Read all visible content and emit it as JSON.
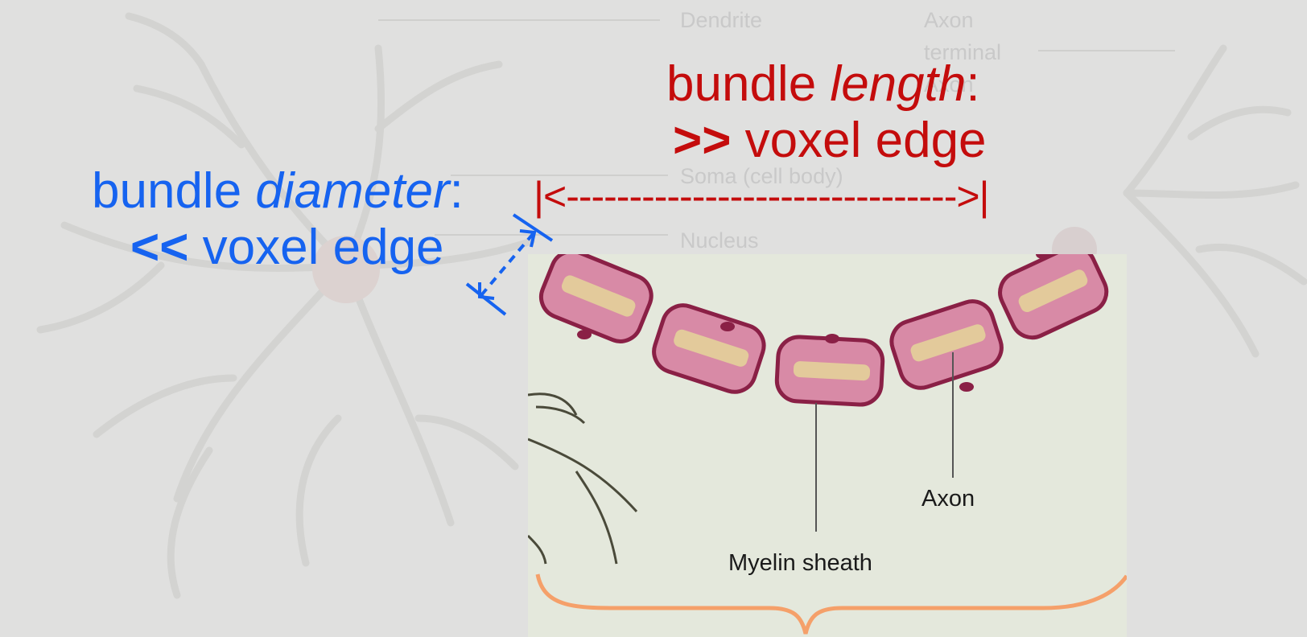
{
  "background_neuron_labels": {
    "dendrite": "Dendrite",
    "axon_terminal_line1": "Axon",
    "axon_terminal_line2": "terminal",
    "axon_terminal_line3": "Axon",
    "soma": "Soma (cell body)",
    "nucleus": "Nucleus"
  },
  "length_annotation": {
    "prefix": "bundle ",
    "emphasis": "length",
    "suffix": ":",
    "comparator": ">>",
    "reference": " voxel edge",
    "arrow": "|<------------------------------->|",
    "color": "#c40c0c"
  },
  "diameter_annotation": {
    "prefix": "bundle ",
    "emphasis": "diameter",
    "suffix": ":",
    "comparator": "<<",
    "reference": " voxel edge",
    "color": "#1663f0"
  },
  "inset_labels": {
    "axon": "Axon",
    "myelin": "Myelin sheath"
  },
  "colors": {
    "background": "#e0e0df",
    "inset_background": "#e4e8dc",
    "myelin": "#d88aa6",
    "myelin_border": "#8a2046",
    "axon_core": "#e5d29a",
    "brace": "#f5a06a"
  }
}
